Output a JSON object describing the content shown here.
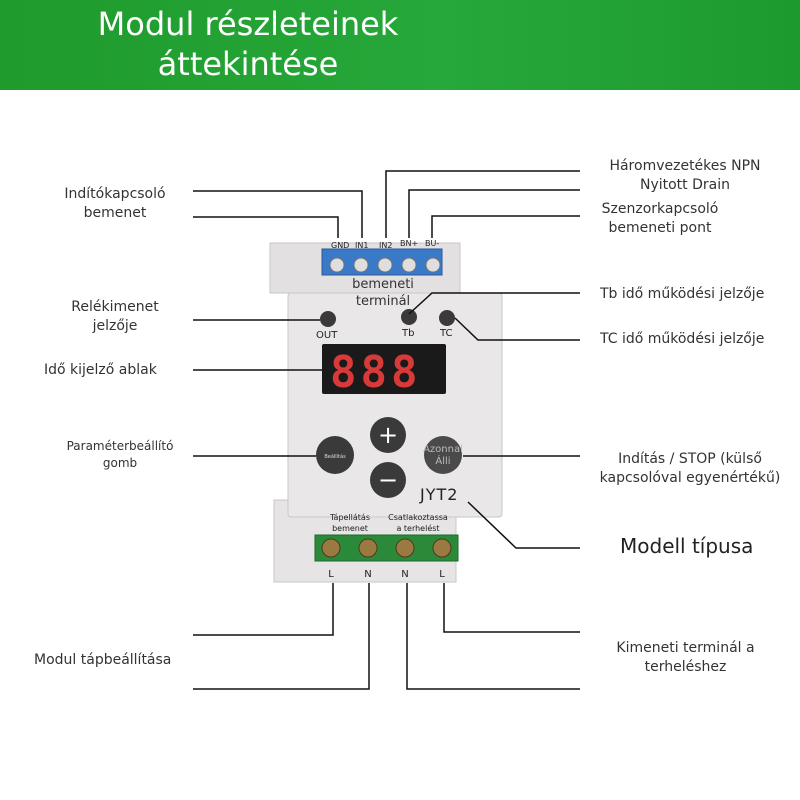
{
  "header": {
    "title": "Modul részleteinek\náttekintése",
    "bg_color": "#22a033",
    "text_color": "#ffffff"
  },
  "labels": {
    "start_switch_input": "Indítókapcsoló\nbemenet",
    "three_wire_npn": "Háromvezetékes NPN\nNyitott Drain",
    "sensor_switch_input": "Szenzorkapcsoló\nbemeneti pont",
    "relay_output_indicator": "Relékimenet\njelzője",
    "input_terminal": "bemeneti\nterminál",
    "tb_indicator": "Tb idő működési jelzője",
    "tc_indicator": "TC idő működési jelzője",
    "time_display": "Idő kijelző ablak",
    "param_button": "Paraméterbeállító\ngomb",
    "start_stop": "Indítás / STOP (külső\nkapcsolóval egyenértékű)",
    "model_type": "Modell típusa",
    "power_setting": "Modul tápbeállítása",
    "output_terminal": "Kimeneti terminál a\nterheléshez"
  },
  "device": {
    "top_terminals": [
      "GND",
      "IN1",
      "IN2",
      "BN+",
      "BU-"
    ],
    "led_out": "OUT",
    "led_tb": "Tb",
    "led_tc": "TC",
    "display_value": "888",
    "param_button_text": "Beállítás",
    "plus_symbol": "+",
    "minus_symbol": "−",
    "start_button_text": "Azonnal\nÁlli",
    "model": "JYT2",
    "bottom_label_power": "Tápellátás\nbemenet",
    "bottom_label_load": "Csatlakoztassa\na terhelést",
    "bottom_terminals": [
      "L",
      "N",
      "N",
      "L"
    ]
  },
  "colors": {
    "display_digits": "#d83a3a",
    "terminal_block_top": "#3a78c8",
    "terminal_block_bottom": "#2a8a3a",
    "device_body": "#e6e4e4",
    "leader_line": "#111111"
  }
}
